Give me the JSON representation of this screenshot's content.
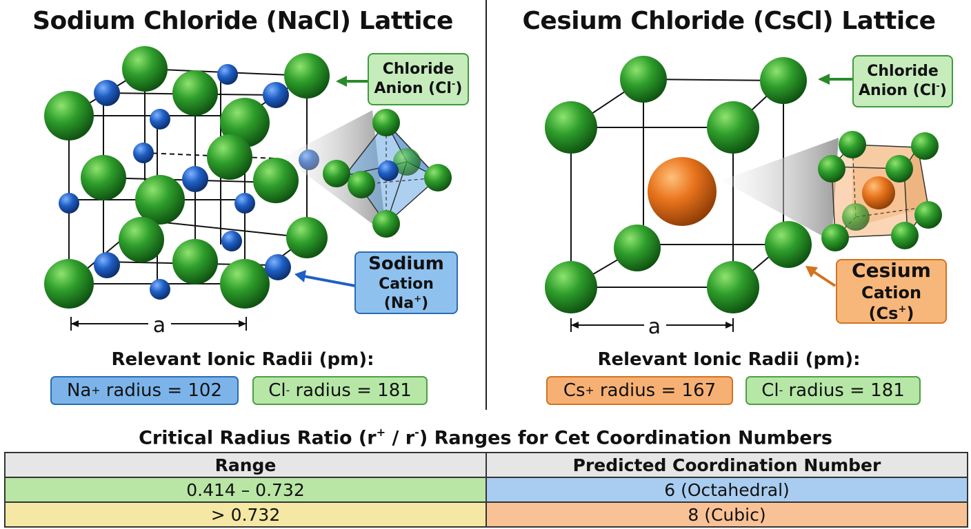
{
  "nacl": {
    "title": "Sodium Chloride (NaCl) Lattice",
    "anion_label_line1": "Chloride",
    "anion_label_line2": "Anion (Cl",
    "anion_sup": "-",
    "anion_close": ")",
    "cation_label_line1": "Sodium",
    "cation_label_line2": "Cation (Na",
    "cation_sup": "+",
    "cation_close": ")",
    "dimension_label": "a",
    "radii_title": "Relevant Ionic Radii (pm):",
    "cation_radius_ion": "Na",
    "cation_radius_sup": "+",
    "cation_radius_text": " radius = 102",
    "anion_radius_ion": "Cl",
    "anion_radius_sup": "-",
    "anion_radius_text": " radius = 181"
  },
  "cscl": {
    "title": "Cesium Chloride (CsCl) Lattice",
    "anion_label_line1": "Chloride",
    "anion_label_line2": "Anion (Cl",
    "anion_sup": "-",
    "anion_close": ")",
    "cation_label_line1": "Cesium",
    "cation_label_line2": "Cation (Cs",
    "cation_sup": "+",
    "cation_close": ")",
    "dimension_label": "a",
    "radii_title": "Relevant Ionic Radii (pm):",
    "cation_radius_ion": "Cs",
    "cation_radius_sup": "+",
    "cation_radius_text": " radius = 167",
    "anion_radius_ion": "Cl",
    "anion_radius_sup": "-",
    "anion_radius_text": " radius = 181"
  },
  "table": {
    "title_part1": "Critical Radius Ratio (r",
    "title_sup1": "+",
    "title_part2": " / r",
    "title_sup2": "-",
    "title_part3": ") Ranges for Cet Coordination Numbers",
    "headers": [
      "Range",
      "Predicted Coordination Number"
    ],
    "rows": [
      [
        "0.414 – 0.732",
        "6 (Octahedral)"
      ],
      [
        "> 0.732",
        "8 (Cubic)"
      ]
    ]
  },
  "colors": {
    "chloride": "#2f9e2f",
    "sodium": "#1f5fc4",
    "cesium": "#e8731c"
  }
}
